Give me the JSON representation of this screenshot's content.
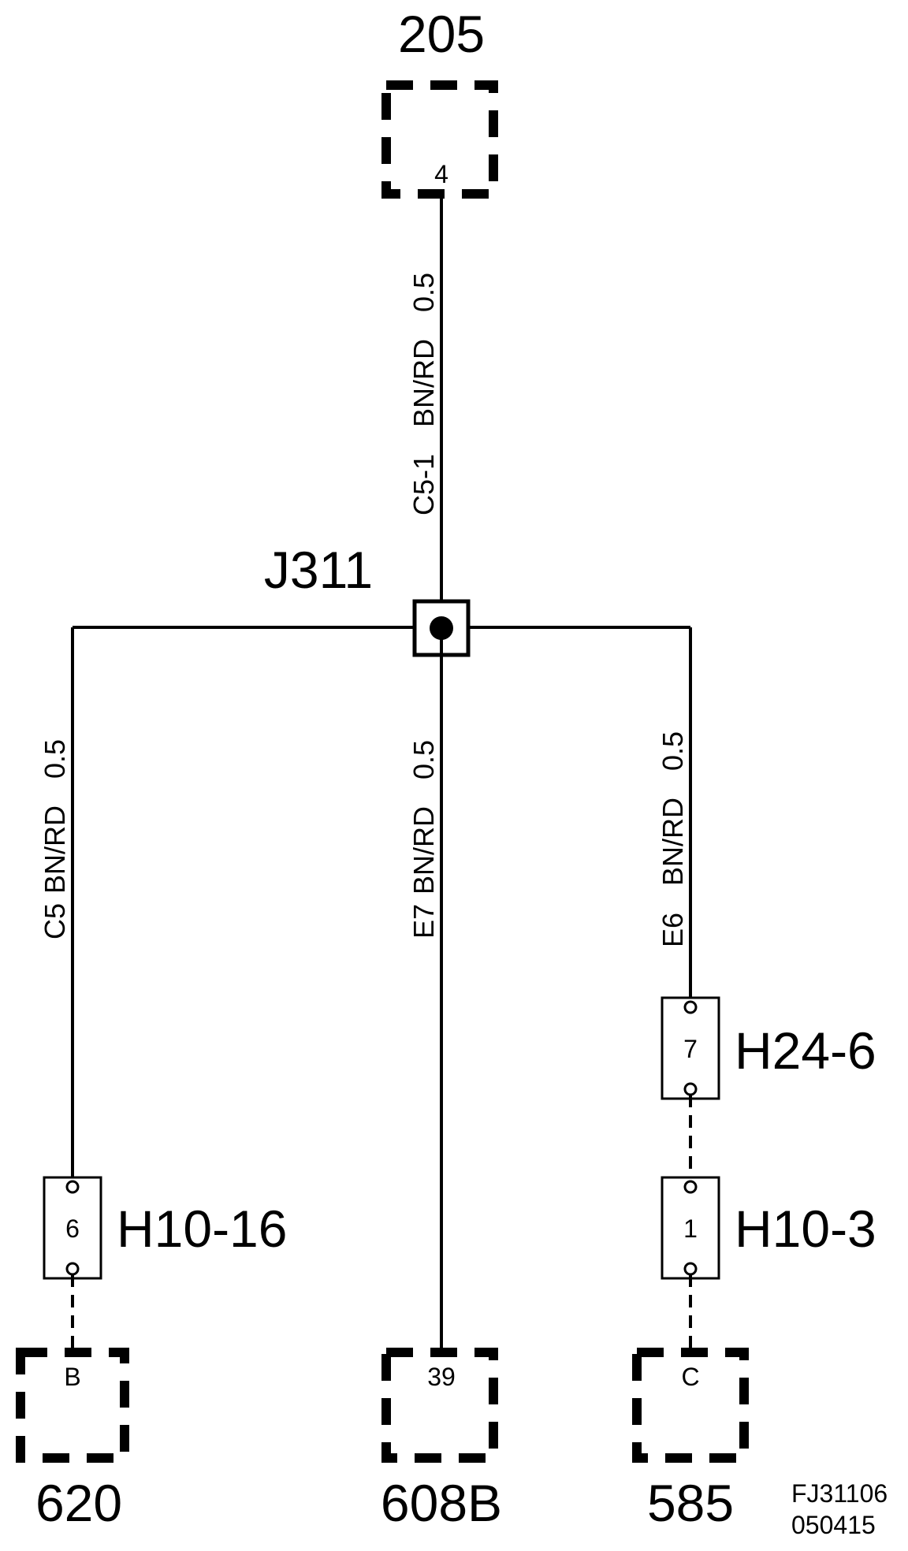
{
  "modules": {
    "m205": {
      "id": "205",
      "pin": "4"
    },
    "m620": {
      "id": "620",
      "pin": "B"
    },
    "m608b": {
      "id": "608B",
      "pin": "39"
    },
    "m585": {
      "id": "585",
      "pin": "C"
    }
  },
  "splice": {
    "id": "J311"
  },
  "connectors": {
    "h10_16": {
      "id": "H10-16",
      "pin": "6"
    },
    "h24_6": {
      "id": "H24-6",
      "pin": "7"
    },
    "h10_3": {
      "id": "H10-3",
      "pin": "1"
    }
  },
  "wires": {
    "c5_1": {
      "circuit": "C5-1",
      "color": "BN/RD",
      "size": "0.5"
    },
    "c5": {
      "circuit": "C5",
      "color": "BN/RD",
      "size": "0.5"
    },
    "e7": {
      "circuit": "E7",
      "color": "BN/RD",
      "size": "0.5"
    },
    "e6": {
      "circuit": "E6",
      "color": "BN/RD",
      "size": "0.5"
    }
  },
  "footer": {
    "code_1": "FJ31106",
    "code_2": "050415"
  }
}
